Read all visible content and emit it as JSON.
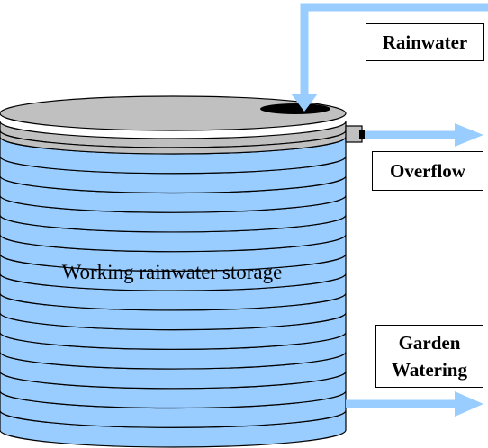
{
  "labels": {
    "rainwater": "Rainwater",
    "overflow": "Overflow",
    "garden_line1": "Garden",
    "garden_line2": "Watering",
    "tank": "Working rainwater storage"
  },
  "colors": {
    "water": "#99ccff",
    "lid": "#c0c0c0",
    "pipe": "#99ccff",
    "outline": "#000000",
    "background": "#ffffff"
  },
  "tank": {
    "ridge_count": 15
  }
}
